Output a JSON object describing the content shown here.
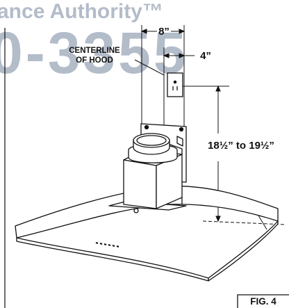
{
  "watermark": {
    "line1": "ance Authority™",
    "line2": "0-3355",
    "color": "#9aa6b8"
  },
  "labels": {
    "centerline_line1": "CENTERLINE",
    "centerline_line2": "OF HOOD",
    "dim_8": "8”",
    "dim_4": "4”",
    "dim_height": "18½” to 19½”",
    "figure": "FIG. 4"
  },
  "colors": {
    "line": "#111111",
    "hood_fill": "#ffffff"
  }
}
